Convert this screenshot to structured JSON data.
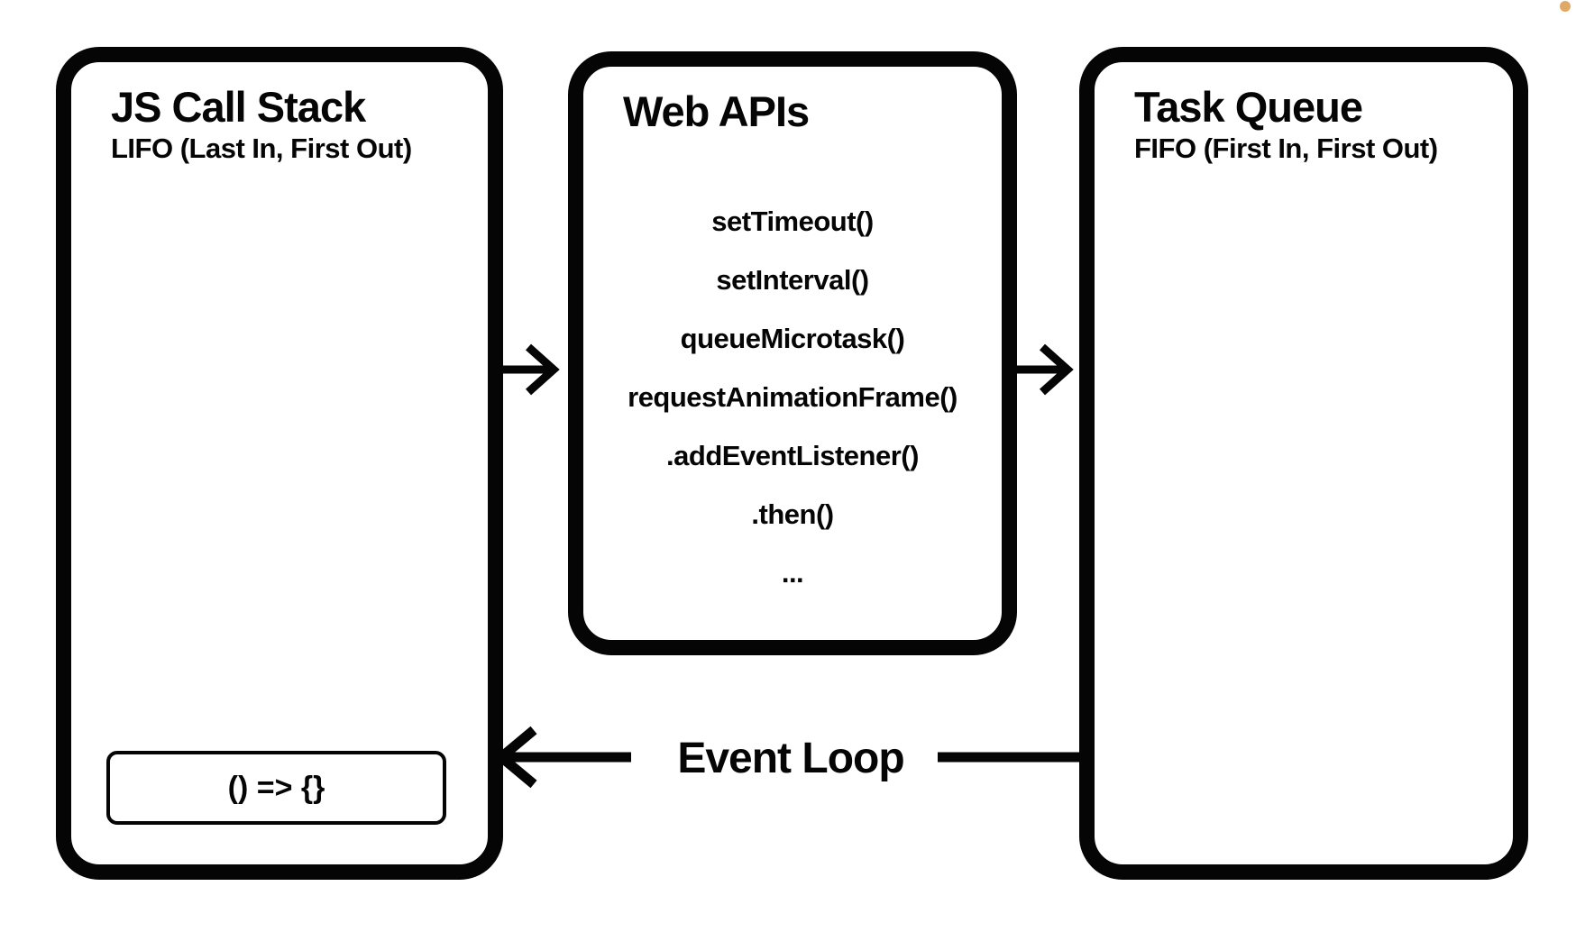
{
  "colors": {
    "line": "#050505",
    "background": "#ffffff",
    "accent_dot": "#e0a968"
  },
  "call_stack": {
    "title": "JS Call Stack",
    "subtitle": "LIFO (Last In, First Out)",
    "frame_label": "() => {}"
  },
  "web_apis": {
    "title": "Web APIs",
    "items": [
      "setTimeout()",
      "setInterval()",
      "queueMicrotask()",
      "requestAnimationFrame()",
      ".addEventListener()",
      ".then()",
      "..."
    ]
  },
  "task_queue": {
    "title": "Task Queue",
    "subtitle": "FIFO (First In, First Out)"
  },
  "event_loop": {
    "label": "Event Loop"
  }
}
